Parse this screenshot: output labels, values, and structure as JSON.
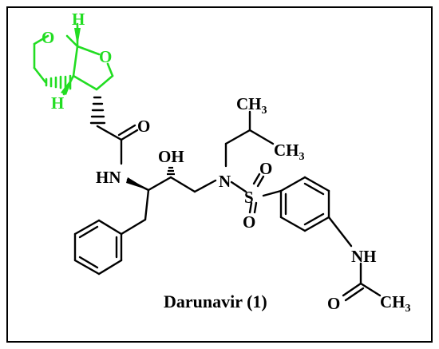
{
  "colors": {
    "frame": "#000000",
    "bond": "#000000",
    "highlight": "#22dd22",
    "background": "#ffffff"
  },
  "caption": "Darunavir (1)",
  "atoms": {
    "bicyclic_o_left": "O",
    "bicyclic_o_right": "O",
    "bridgehead_h_top": "H",
    "bridgehead_h_bottom": "H",
    "amide_o": "O",
    "amide_nh": "HN",
    "hydroxyl": "OH",
    "amine_n": "N",
    "sulfonyl_s": "S",
    "sulfonyl_o_top": "O",
    "sulfonyl_o_bottom": "O",
    "isobutyl_ch3_top": "CH",
    "isobutyl_ch3_top_sub": "3",
    "isobutyl_ch3_bottom": "CH",
    "isobutyl_ch3_bottom_sub": "3",
    "acetamide_nh": "NH",
    "acetyl_o": "O",
    "acetyl_ch3": "CH",
    "acetyl_ch3_sub": "3"
  }
}
